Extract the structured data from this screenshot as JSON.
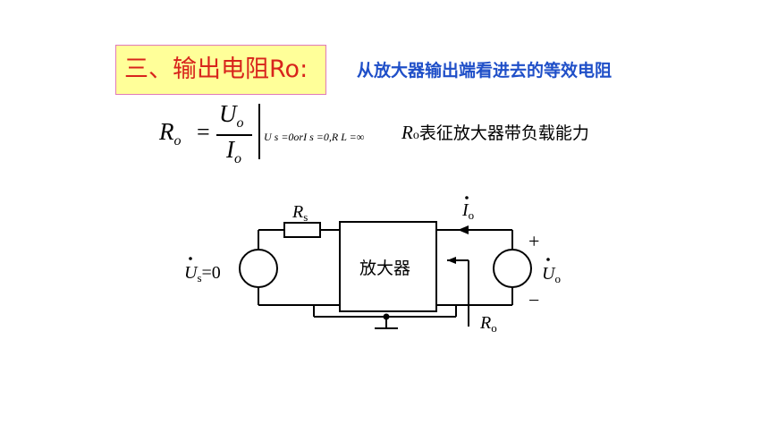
{
  "title": {
    "label": "三、输出电阻Ro:",
    "subtitle": "从放大器输出端看进去的等效电阻"
  },
  "formula": {
    "lhs": "R",
    "lhs_sub": "o",
    "equals": "=",
    "numerator": "U",
    "numerator_sub": "o",
    "denominator": "I",
    "denominator_sub": "o",
    "condition": "U s =0orI s =0,R L =∞"
  },
  "description": {
    "symbol": "R",
    "symbol_sub": "o",
    "text": "表征放大器带负载能力"
  },
  "circuit": {
    "resistor_label": "R",
    "resistor_sub": "s",
    "source_left_label": "U",
    "source_left_sub": "s",
    "source_left_value": "=0",
    "amplifier_label": "放大器",
    "current_label": "I",
    "current_sub": "o",
    "source_right_label": "U",
    "source_right_sub": "o",
    "plus": "+",
    "minus": "−",
    "output_resistance_label": "R",
    "output_resistance_sub": "o"
  },
  "colors": {
    "title_bg": "#ffff99",
    "title_border": "#e07ab8",
    "title_text": "#d8241c",
    "subtitle_text": "#1f4fc8"
  }
}
